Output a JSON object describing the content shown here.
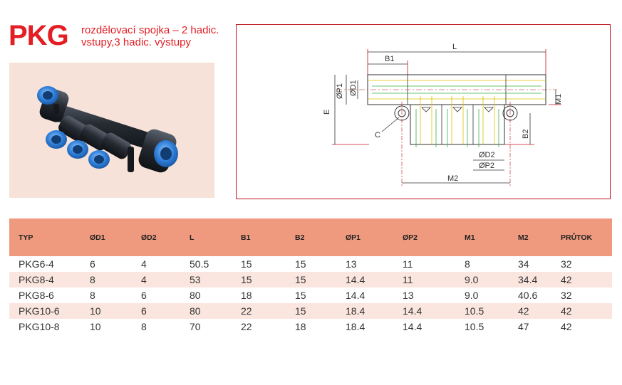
{
  "header": {
    "title": "PKG",
    "subtitle_line1": "rozdělovací spojka – 2 hadic.",
    "subtitle_line2": "vstupy,3 hadic. výstupy"
  },
  "colors": {
    "brand_red": "#e31e24",
    "table_header_bg": "#ef9a7e",
    "row_alt_bg": "#fbe6df",
    "photo_bg": "#f6e2d8",
    "fitting_blue": "#2f7fd8",
    "fitting_body": "#1f242c"
  },
  "drawing": {
    "labels": {
      "L": "L",
      "B1": "B1",
      "P1": "ØP1",
      "D1": "ØD1",
      "E": "E",
      "M1": "M1",
      "C": "C",
      "B2": "B2",
      "D2": "ØD2",
      "P2": "ØP2",
      "M2": "M2"
    }
  },
  "table": {
    "columns": [
      "TYP",
      "ØD1",
      "ØD2",
      "L",
      "B1",
      "B2",
      "ØP1",
      "ØP2",
      "M1",
      "M2",
      "PRŮTOK"
    ],
    "rows": [
      [
        "PKG6-4",
        "6",
        "4",
        "50.5",
        "15",
        "15",
        "13",
        "11",
        "8",
        "34",
        "32"
      ],
      [
        "PKG8-4",
        "8",
        "4",
        "53",
        "15",
        "15",
        "14.4",
        "11",
        "9.0",
        "34.4",
        "42"
      ],
      [
        "PKG8-6",
        "8",
        "6",
        "80",
        "18",
        "15",
        "14.4",
        "13",
        "9.0",
        "40.6",
        "32"
      ],
      [
        "PKG10-6",
        "10",
        "6",
        "80",
        "22",
        "15",
        "18.4",
        "14.4",
        "10.5",
        "42",
        "42"
      ],
      [
        "PKG10-8",
        "10",
        "8",
        "70",
        "22",
        "18",
        "18.4",
        "14.4",
        "10.5",
        "47",
        "42"
      ]
    ]
  }
}
